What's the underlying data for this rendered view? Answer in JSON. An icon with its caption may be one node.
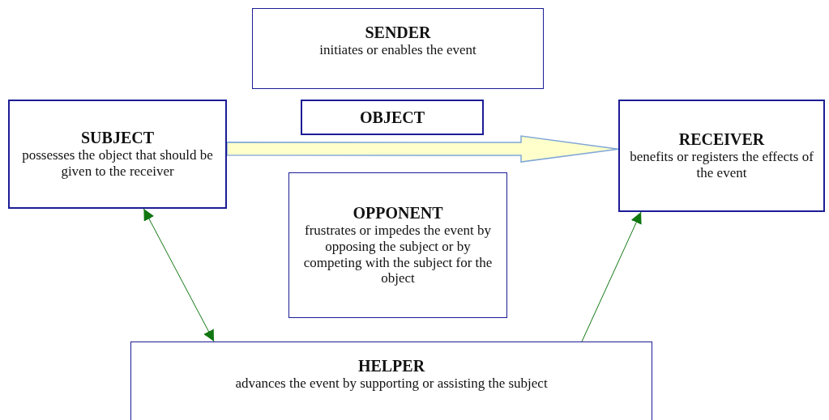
{
  "diagram": {
    "nodes": [
      {
        "text": [
          "SENDER",
          "initiates or enables the event"
        ]
      },
      {
        "text": [
          "OBJECT"
        ]
      },
      {
        "text": [
          "SUBJECT",
          "possesses the object that should be given to the receiver"
        ]
      },
      {
        "text": [
          "RECEIVER",
          "benefits or registers the effects of the event"
        ]
      },
      {
        "text": [
          "OPPONENT",
          "frustrates or impedes the event by opposing the subject or by competing with the subject for the object"
        ]
      },
      {
        "text": [
          "HELPER",
          "advances the event by supporting or assisting the subject"
        ]
      }
    ],
    "edges": [
      {
        "from": 2,
        "to": 3,
        "arrow": "to",
        "style": "thick",
        "color": "#ffffcc"
      },
      {
        "from": 5,
        "to": 2,
        "arrow": "both"
      },
      {
        "from": 5,
        "to": 3,
        "arrow": "to"
      }
    ]
  }
}
